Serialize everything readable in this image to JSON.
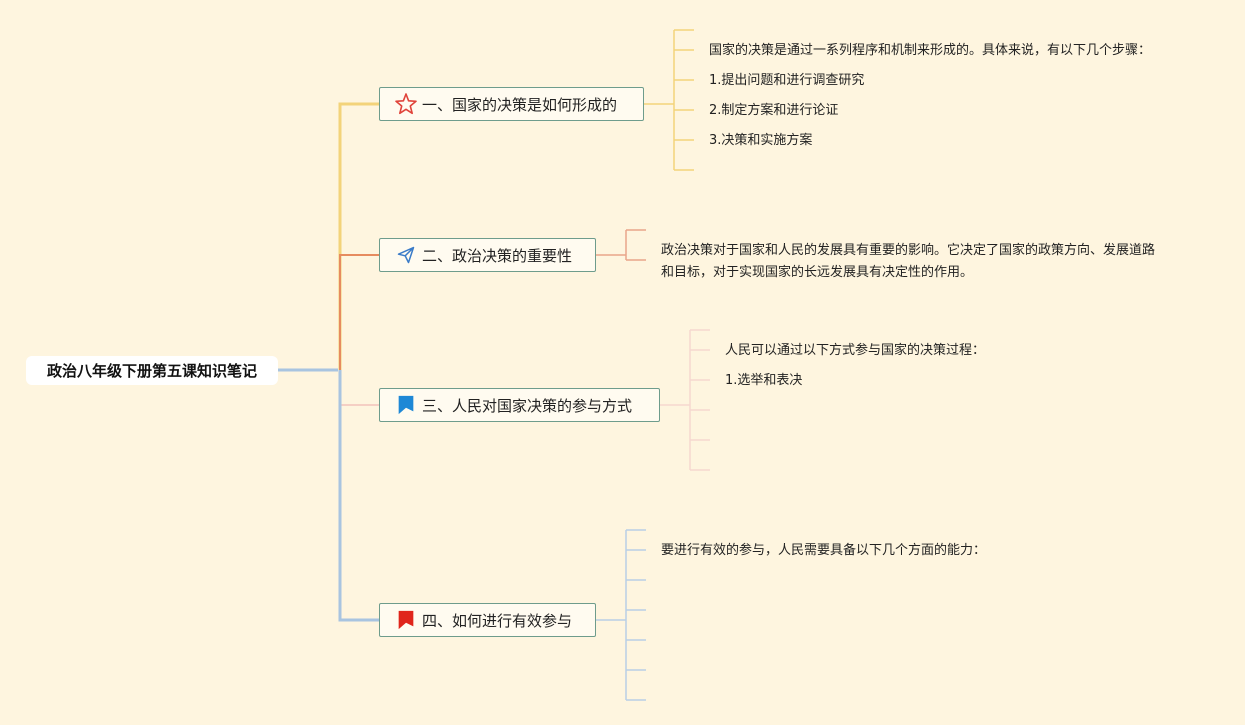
{
  "root": {
    "title": "政治八年级下册第五课知识笔记"
  },
  "branches": [
    {
      "title": "一、国家的决策是如何形成的",
      "icon": "star-icon",
      "color": "#f3d37a",
      "items": [
        "国家的决策是通过一系列程序和机制来形成的。具体来说，有以下几个步骤：",
        "1.提出问题和进行调查研究",
        "2.制定方案和进行论证",
        "3.决策和实施方案",
        ""
      ]
    },
    {
      "title": "二、政治决策的重要性",
      "icon": "paper-plane-icon",
      "color": "#e68b5f",
      "items": [
        "政治决策对于国家和人民的发展具有重要的影响。它决定了国家的政策方向、发展道路和目标，对于实现国家的长远发展具有决定性的作用。"
      ]
    },
    {
      "title": "三、人民对国家决策的参与方式",
      "icon": "blue-flag-icon",
      "color": "#f5cfc4",
      "items": [
        "人民可以通过以下方式参与国家的决策过程：",
        "1.选举和表决",
        "",
        "",
        ""
      ]
    },
    {
      "title": "四、如何进行有效参与",
      "icon": "red-flag-icon",
      "color": "#a8c4e0",
      "items": [
        "要进行有效的参与，人民需要具备以下几个方面的能力：",
        "",
        "",
        "",
        "",
        "",
        ""
      ]
    }
  ]
}
